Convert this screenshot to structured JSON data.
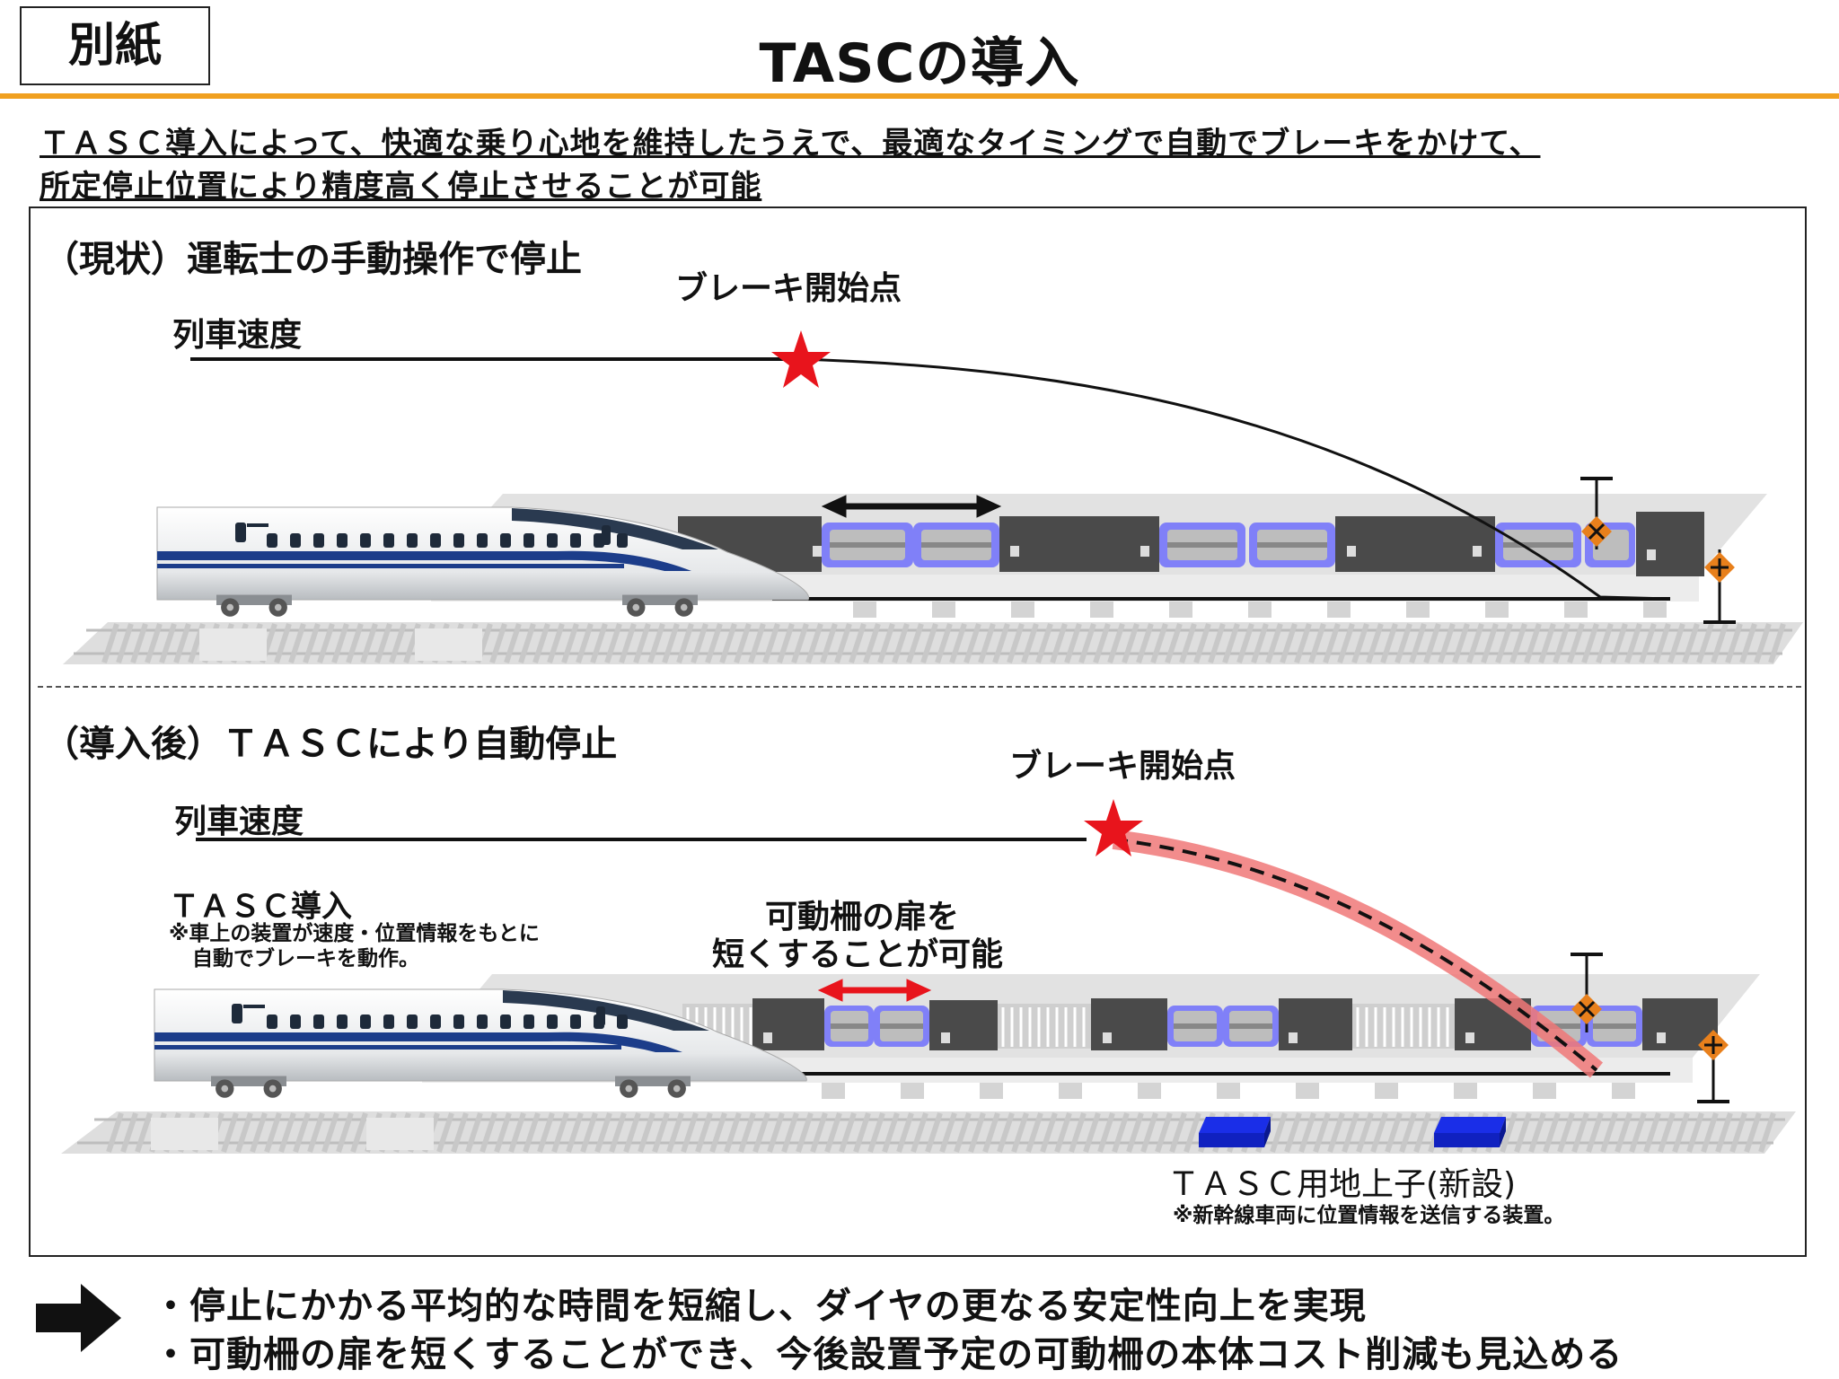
{
  "header": {
    "tag": "別紙",
    "title": "TASCの導入"
  },
  "lead": {
    "line1": "ＴＡＳＣ導入によって、快適な乗り心地を維持したうえで、最適なタイミングで自動でブレーキをかけて、",
    "line2": "所定停止位置により精度高く停止させることが可能"
  },
  "before": {
    "title": "（現状）運転士の手動操作で停止",
    "brake_label": "ブレーキ開始点",
    "speed_label": "列車速度"
  },
  "after": {
    "title": "（導入後）ＴＡＳＣにより自動停止",
    "brake_label": "ブレーキ開始点",
    "speed_label": "列車速度",
    "tasc_label": "ＴＡＳＣ導入",
    "tasc_note_1": "※車上の装置が速度・位置情報をもとに",
    "tasc_note_2": "自動でブレーキを動作。",
    "door_label_1": "可動柵の扉を",
    "door_label_2": "短くすることが可能",
    "transponder_label": "ＴＡＳＣ用地上子(新設)",
    "transponder_note": "※新幹線車両に位置情報を送信する装置。"
  },
  "conclusion": {
    "arrow_icon": "right-arrow-icon",
    "bullet1": "・停止にかかる平均的な時間を短縮し、ダイヤの更なる安定性向上を実現",
    "bullet2": "・可動柵の扉を短くすることができ、今後設置予定の可動柵の本体コスト削減も見込める"
  },
  "colors": {
    "accent": "#f0a020",
    "star": "#e8141c",
    "door_arrow_after": "#e8141c",
    "tasc_curve": "#f07878",
    "transponder": "#1a2ee8",
    "marker": "#e8801c"
  }
}
